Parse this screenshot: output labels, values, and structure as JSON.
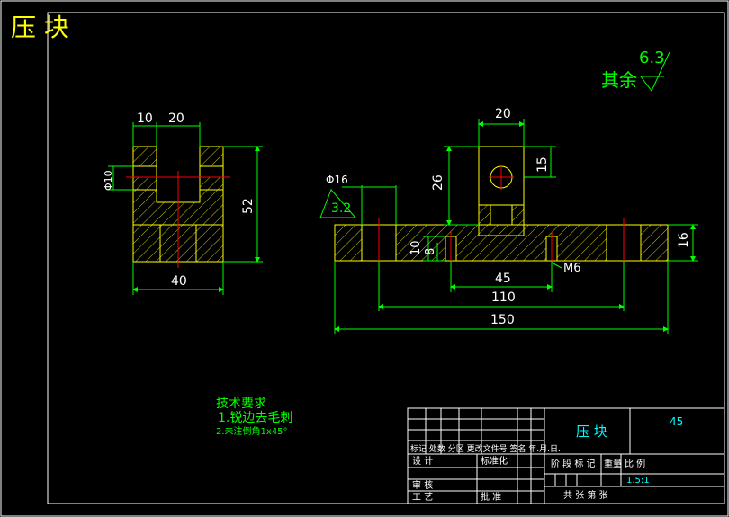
{
  "title": "压 块",
  "roughness": {
    "value": "6.3",
    "note": "其余"
  },
  "front_view": {
    "dim_10": "10",
    "dim_20": "20",
    "dim_phi10": "Φ10",
    "dim_52": "52",
    "dim_40": "40"
  },
  "side_view": {
    "dim_20": "20",
    "dim_26": "26",
    "dim_15": "15",
    "dim_phi16": "Φ16",
    "roughness_32": "3.2",
    "dim_10": "10",
    "dim_8": "8",
    "dim_16": "16",
    "dim_45": "45",
    "thread": "M6",
    "dim_110": "110",
    "dim_150": "150"
  },
  "tech_req": {
    "heading": "技术要求",
    "line1": "1.锐边去毛刺",
    "line2": "2.未注倒角1x45°"
  },
  "title_block": {
    "part_name": "压 块",
    "material": "45",
    "row_mark": "标记 处数 分区 更改文件号 签名 年.月.日.",
    "design": "设 计",
    "standard": "标准化",
    "stage": "阶 段 标 记",
    "weight": "重量",
    "scale_label": "比 例",
    "scale": "1.5:1",
    "review": "审 核",
    "process": "工 艺",
    "approve": "批 准",
    "sheets": "共  张 第  张"
  },
  "colors": {
    "background": "#000000",
    "outline": "#ffff00",
    "dimension": "#00ff00",
    "frame": "#ffffff",
    "center": "#ff0000",
    "title_block": "#00ffff"
  }
}
